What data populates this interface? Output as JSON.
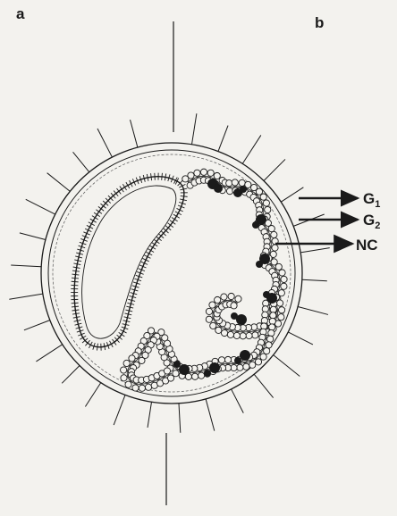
{
  "panels": {
    "left": "a",
    "right": "b"
  },
  "labels": {
    "g1_main": "G",
    "g1_sub": "1",
    "g2_main": "G",
    "g2_sub": "2",
    "nc": "NC"
  },
  "colors": {
    "ink": "#1a1a1a",
    "paper": "#f3f2ee"
  }
}
